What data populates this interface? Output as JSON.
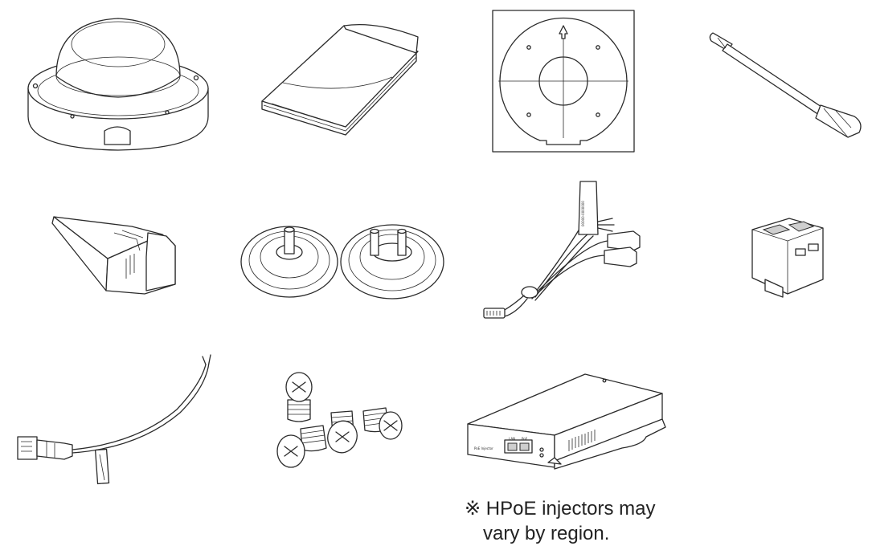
{
  "colors": {
    "line": "#2b2b2b",
    "background": "#ffffff",
    "text": "#222222"
  },
  "items": [
    {
      "id": "dome-camera",
      "icon": "dome-camera-illustration"
    },
    {
      "id": "user-manual",
      "icon": "manual-booklet-illustration"
    },
    {
      "id": "mounting-template",
      "icon": "guide-paper-illustration"
    },
    {
      "id": "torx-wrench",
      "icon": "l-wrench-illustration"
    },
    {
      "id": "waterproof-cap",
      "icon": "rj45-cap-illustration"
    },
    {
      "id": "grommets",
      "icon": "grommet-pair-illustration"
    },
    {
      "id": "multi-cable",
      "icon": "multi-cable-illustration"
    },
    {
      "id": "terminal-block",
      "icon": "terminal-block-illustration"
    },
    {
      "id": "network-cable",
      "icon": "network-cable-illustration"
    },
    {
      "id": "screws",
      "icon": "machine-screws-illustration"
    },
    {
      "id": "hpoe-injector",
      "icon": "hpoe-injector-illustration"
    }
  ],
  "multi_cable_tag": "00000-0000000",
  "injector_labels": {
    "front": "PoE Injector",
    "port_in": "LAN",
    "port_out": "PoE"
  },
  "note": {
    "symbol": "※",
    "line1": "HPoE injectors may",
    "line2": "vary by region."
  }
}
